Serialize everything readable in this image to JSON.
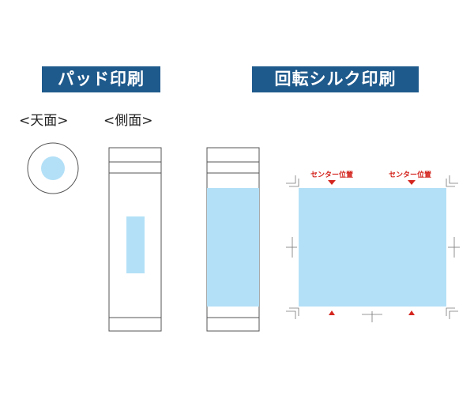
{
  "headings": {
    "pad_printing": "パッド印刷",
    "rotary_silk_printing": "回転シルク印刷"
  },
  "views": {
    "top": "<天面>",
    "side": "<側面>"
  },
  "center_marks": {
    "left": "センター位置",
    "right": "センター位置"
  },
  "colors": {
    "banner": "#1f5a8c",
    "print_area": "#b3e0f7",
    "outline": "#555555",
    "center_mark": "#d4261f"
  }
}
